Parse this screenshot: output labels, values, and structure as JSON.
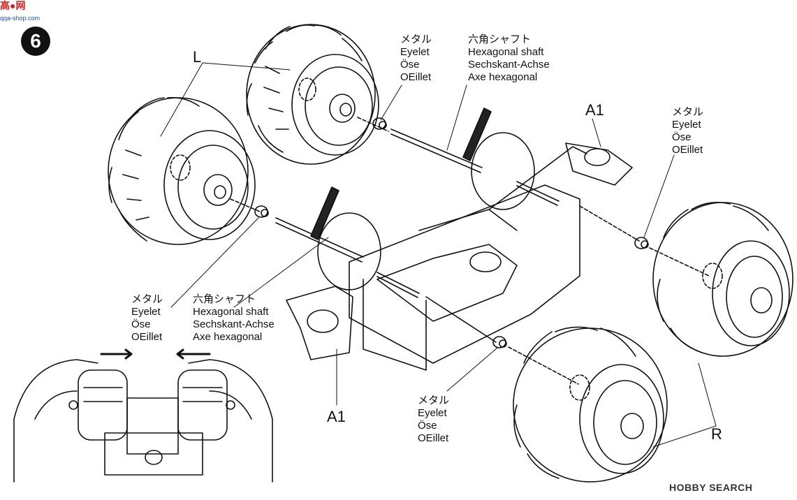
{
  "step_number": "6",
  "watermark_top": {
    "text": "高●网",
    "sub": "qqa-shop.com"
  },
  "watermark_bottom": "HOBBY SEARCH",
  "labels": {
    "eyelet_top": [
      "メタル",
      "Eyelet",
      "Öse",
      "OEillet"
    ],
    "shaft_top": [
      "六角シャフト",
      "Hexagonal shaft",
      "Sechskant-Achse",
      "Axe hexagonal"
    ],
    "eyelet_right": [
      "メタル",
      "Eyelet",
      "Öse",
      "OEillet"
    ],
    "eyelet_left": [
      "メタル",
      "Eyelet",
      "Öse",
      "OEillet"
    ],
    "shaft_left": [
      "六角シャフト",
      "Hexagonal shaft",
      "Sechskant-Achse",
      "Axe hexagonal"
    ],
    "eyelet_bottom": [
      "メタル",
      "Eyelet",
      "Öse",
      "OEillet"
    ]
  },
  "part_codes": {
    "wheel_left": "L",
    "wheel_right": "R",
    "part_a1_top": "A1",
    "part_a1_bottom": "A1"
  },
  "colors": {
    "ink": "#111111",
    "badge": "#111111",
    "grease": "#222222"
  }
}
